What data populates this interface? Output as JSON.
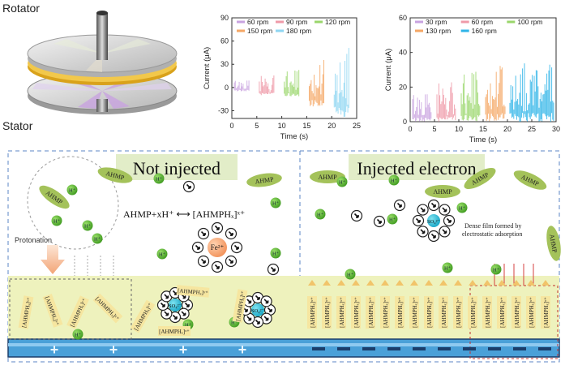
{
  "device": {
    "rotator_label": "Rotator",
    "stator_label": "Stator"
  },
  "chart_data": [
    {
      "type": "bar",
      "xlabel": "Time (s)",
      "ylabel": "Current (μA)",
      "xlim": [
        0,
        25
      ],
      "ylim": [
        -40,
        90
      ],
      "xticks": [
        "0",
        "5",
        "10",
        "15",
        "20",
        "25"
      ],
      "yticks": [
        "90",
        "60",
        "30",
        "0",
        "-30"
      ],
      "legend_position": "top",
      "series": [
        {
          "name": "60 rpm",
          "x": [
            0.5,
            3.5
          ],
          "range": [
            -5,
            10
          ],
          "color": "#c9a3e0"
        },
        {
          "name": "90 rpm",
          "x": [
            5.5,
            8.5
          ],
          "range": [
            -10,
            17
          ],
          "color": "#ef9aa8"
        },
        {
          "name": "120 rpm",
          "x": [
            10.5,
            13.5
          ],
          "range": [
            -12,
            24
          ],
          "color": "#9ad66b"
        },
        {
          "name": "150 rpm",
          "x": [
            15.5,
            18.5
          ],
          "range": [
            -25,
            37
          ],
          "color": "#f5a765"
        },
        {
          "name": "180 rpm",
          "x": [
            20.5,
            23.5
          ],
          "range": [
            -38,
            52
          ],
          "color": "#8fd6f2"
        }
      ]
    },
    {
      "type": "bar",
      "xlabel": "Time (s)",
      "ylabel": "Current (μA)",
      "xlim": [
        0,
        30
      ],
      "ylim": [
        0,
        60
      ],
      "xticks": [
        "0",
        "5",
        "10",
        "15",
        "20",
        "25",
        "30"
      ],
      "yticks": [
        "60",
        "40",
        "20",
        "0"
      ],
      "legend_position": "top",
      "series": [
        {
          "name": "30 rpm",
          "x": [
            0.5,
            4.5
          ],
          "range": [
            0,
            17
          ],
          "color": "#c9a3e0"
        },
        {
          "name": "60 rpm",
          "x": [
            5.5,
            9.5
          ],
          "range": [
            0,
            24
          ],
          "color": "#ef9aa8"
        },
        {
          "name": "100 rpm",
          "x": [
            10.5,
            14.5
          ],
          "range": [
            0,
            30
          ],
          "color": "#9ad66b"
        },
        {
          "name": "130 rpm",
          "x": [
            15.5,
            19.5
          ],
          "range": [
            0,
            33
          ],
          "color": "#f5a765"
        },
        {
          "name": "160 rpm",
          "x": [
            20.5,
            29.5
          ],
          "range": [
            0,
            34
          ],
          "color": "#2fb4e8"
        }
      ]
    }
  ],
  "scheme": {
    "left_title": "Not injected",
    "right_title": "Injected electron",
    "ahmp": "AHMP",
    "proton": "H⁺",
    "protonation_label": "Protonation",
    "equation": "AHMP+xH⁺ ⟷ [AHMPHₓ]ˣ⁺",
    "complex": "[AHMPHₓ]ˣ⁺",
    "sulfate": "SO₄²⁻",
    "iron": "Fe²⁺",
    "film_note": "Dense film formed by electrostatic adsorption",
    "plus_sign": "+",
    "minus_sign": "–"
  }
}
